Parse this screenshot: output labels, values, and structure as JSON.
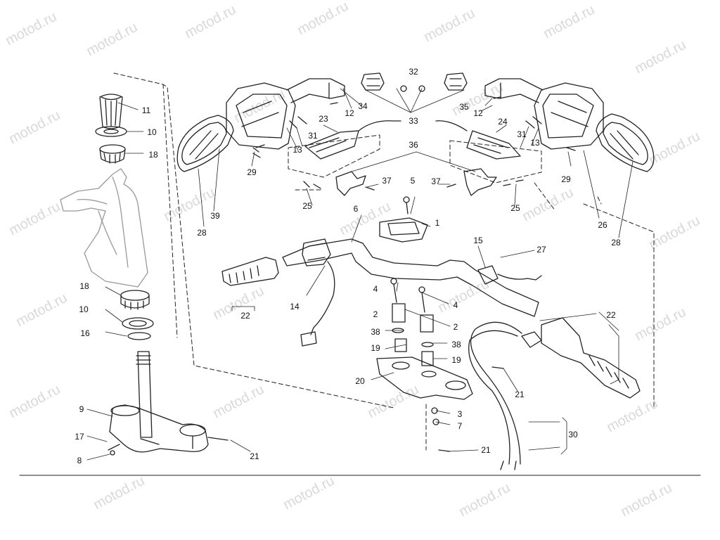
{
  "watermark_text": "motod.ru",
  "labels": {
    "p1": "1",
    "p2a": "2",
    "p2b": "2",
    "p3": "3",
    "p4a": "4",
    "p4b": "4",
    "p5": "5",
    "p6": "6",
    "p7": "7",
    "p8": "8",
    "p9": "9",
    "p10a": "10",
    "p10b": "10",
    "p11": "11",
    "p12a": "12",
    "p12b": "12",
    "p13a": "13",
    "p13b": "13",
    "p14": "14",
    "p15": "15",
    "p16": "16",
    "p17": "17",
    "p18a": "18",
    "p18b": "18",
    "p19a": "19",
    "p19b": "19",
    "p20": "20",
    "p21a": "21",
    "p21b": "21",
    "p21c": "21",
    "p22a": "22",
    "p22b": "22",
    "p23": "23",
    "p24": "24",
    "p25a": "25",
    "p25b": "25",
    "p26": "26",
    "p27": "27",
    "p28a": "28",
    "p28b": "28",
    "p29a": "29",
    "p29b": "29",
    "p30": "30",
    "p31a": "31",
    "p31b": "31",
    "p32": "32",
    "p33": "33",
    "p34": "34",
    "p35": "35",
    "p36": "36",
    "p37a": "37",
    "p37b": "37",
    "p38a": "38",
    "p38b": "38",
    "p39": "39"
  }
}
